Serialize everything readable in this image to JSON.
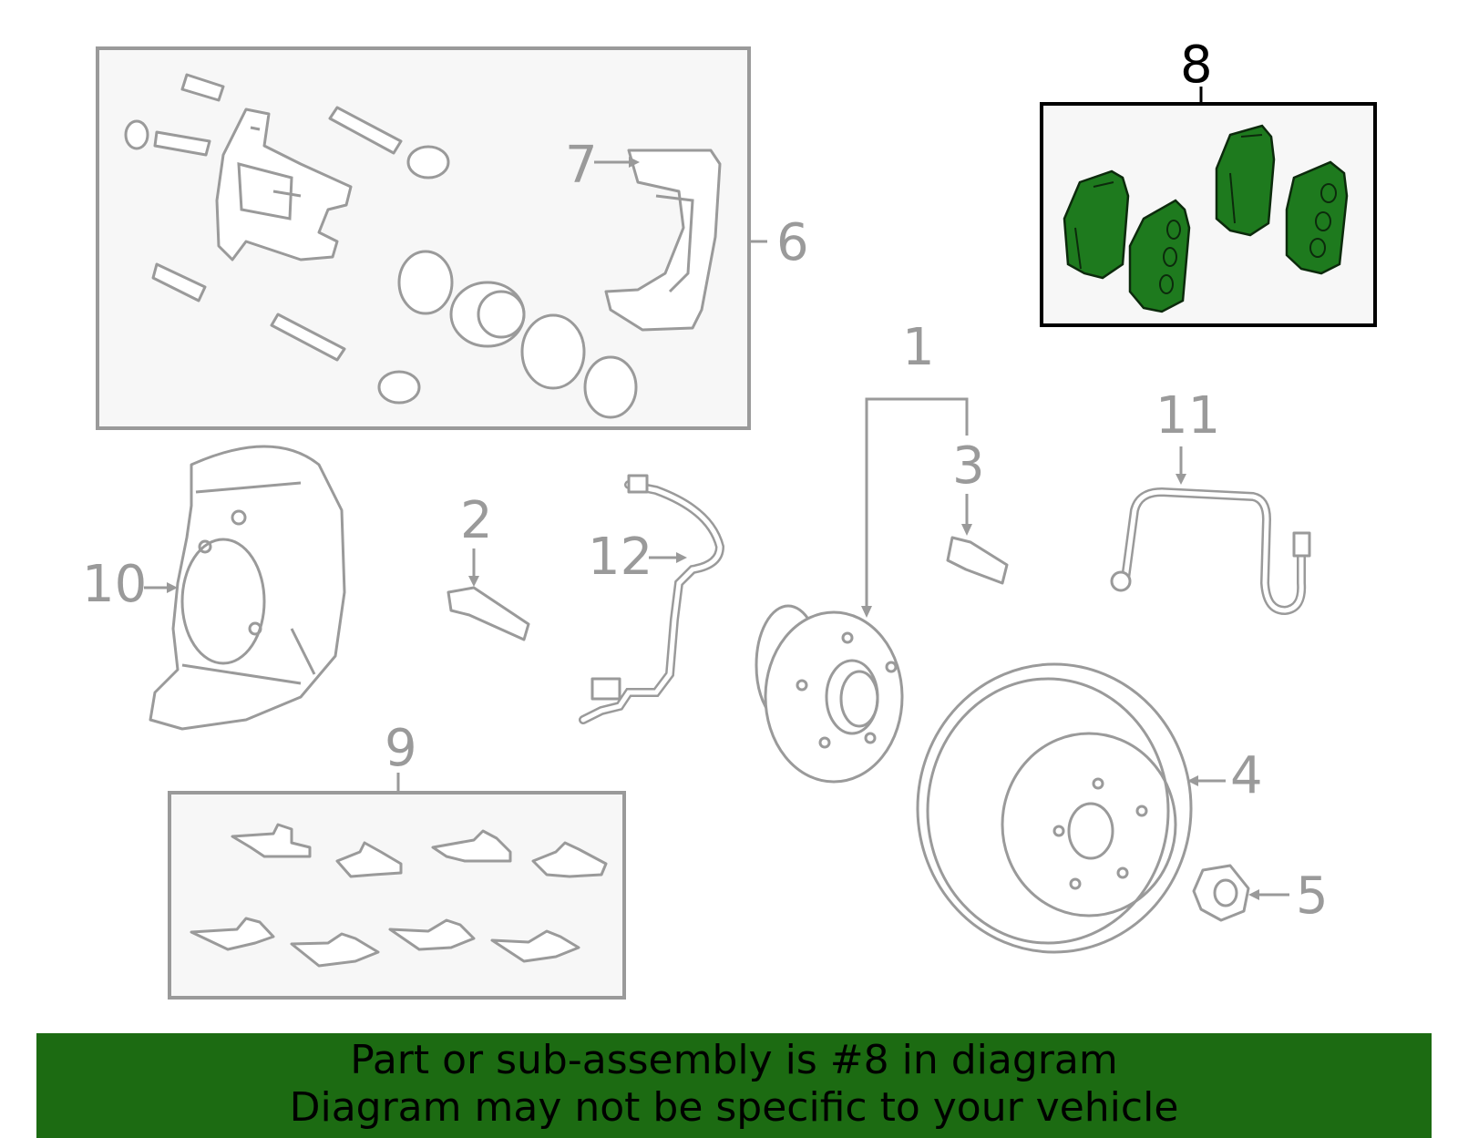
{
  "callouts": {
    "c1": "1",
    "c2": "2",
    "c3": "3",
    "c4": "4",
    "c5": "5",
    "c6": "6",
    "c7": "7",
    "c8": "8",
    "c9": "9",
    "c10": "10",
    "c11": "11",
    "c12": "12"
  },
  "highlighted_part": "8",
  "colors": {
    "highlight": "#1e7a1e",
    "banner": "#1c6b12",
    "line_art": "#9a9a9a"
  },
  "banner": {
    "line1": "Part or sub-assembly is #8 in diagram",
    "line2": "Diagram may not be specific to your vehicle"
  }
}
